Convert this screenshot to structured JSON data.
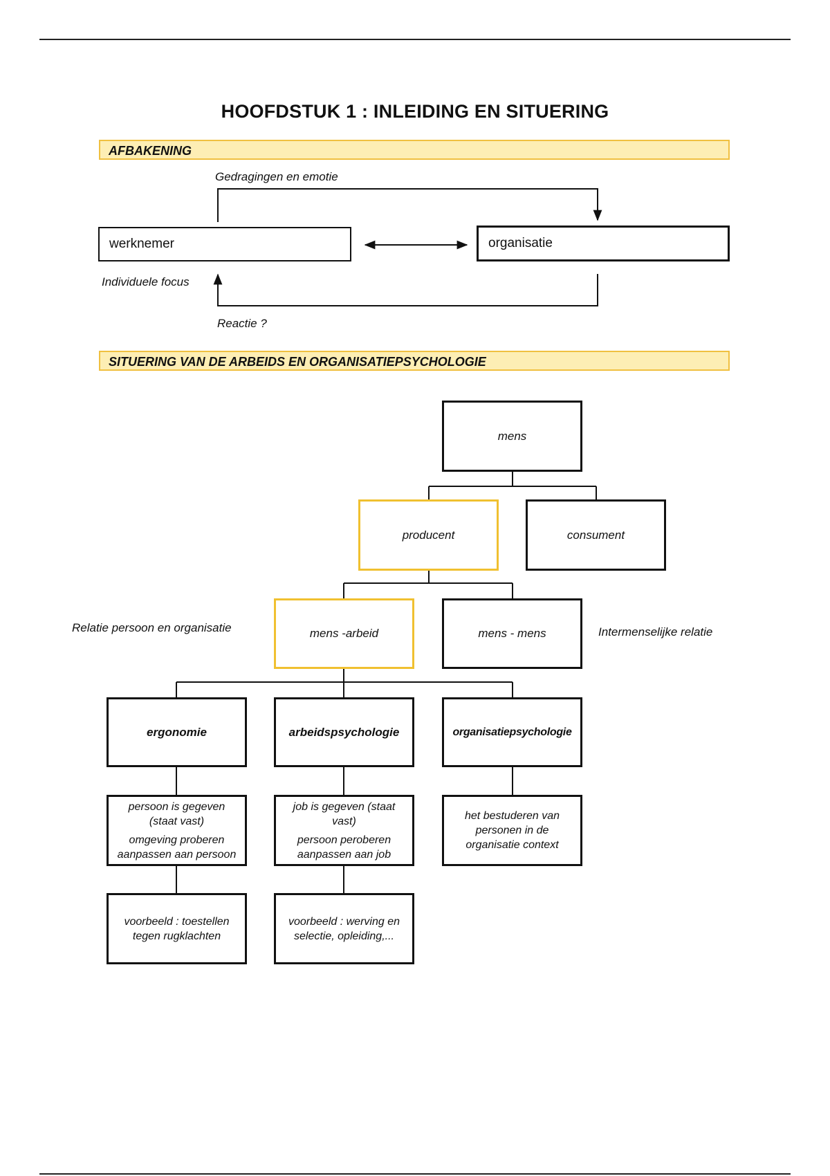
{
  "page": {
    "title": "HOOFDSTUK 1 : INLEIDING EN SITUERING"
  },
  "section1": {
    "heading": "AFBAKENING",
    "top_arrow_label": "Gedragingen en emotie",
    "left_box": "werknemer",
    "right_box": "organisatie",
    "left_side_label": "Individuele focus",
    "bottom_arrow_label": "Reactie ?"
  },
  "section2": {
    "heading": "SITUERING VAN DE ARBEIDS EN ORGANISATIEPSYCHOLOGIE",
    "nodes": {
      "mens": "mens",
      "producent": "producent",
      "consument": "consument",
      "mens_arbeid": "mens -arbeid",
      "mens_mens": "mens - mens",
      "ergonomie": "ergonomie",
      "arbeidspsychologie": "arbeidspsychologie",
      "organisatiepsychologie": "organisatiepsychologie"
    },
    "side_labels": {
      "left": "Relatie persoon en organisatie",
      "right": "Intermenselijke relatie"
    },
    "descriptions": {
      "ergonomie": [
        "persoon is gegeven",
        "(staat vast)",
        "omgeving proberen",
        "aanpassen aan persoon"
      ],
      "arbeidspsychologie": [
        "job is gegeven (staat",
        "vast)",
        "persoon peroberen",
        "aanpassen aan job"
      ],
      "organisatiepsychologie": [
        "het bestuderen van",
        "personen in de",
        "organisatie context"
      ]
    },
    "examples": {
      "ergonomie": [
        "voorbeeld : toestellen",
        "tegen rugklachten"
      ],
      "arbeidspsychologie": [
        "voorbeeld : werving en",
        "selectie, opleiding,..."
      ]
    }
  }
}
